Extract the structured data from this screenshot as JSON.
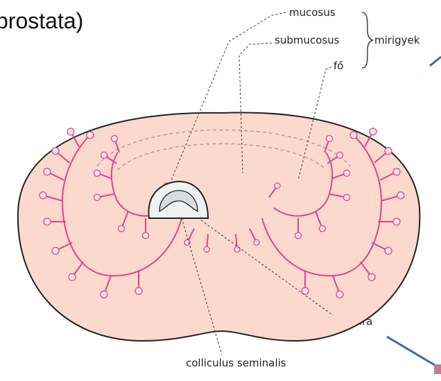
{
  "title": "prostata)",
  "labels": {
    "mucosus": "mucosus",
    "submucosus": "submucosus",
    "fo": "fő",
    "mirigyek": "mirigyek",
    "urethra": "urethra",
    "colliculus": "colliculus seminalis"
  },
  "colors": {
    "tissue_fill": "#fbd9cc",
    "outline": "#222222",
    "gland": "#e2418c",
    "gland_bud": "#fbe3ea",
    "dashed_ring": "#c98a98",
    "arrow": "#3a66b5",
    "urethra_fill": "#d5dde2"
  }
}
